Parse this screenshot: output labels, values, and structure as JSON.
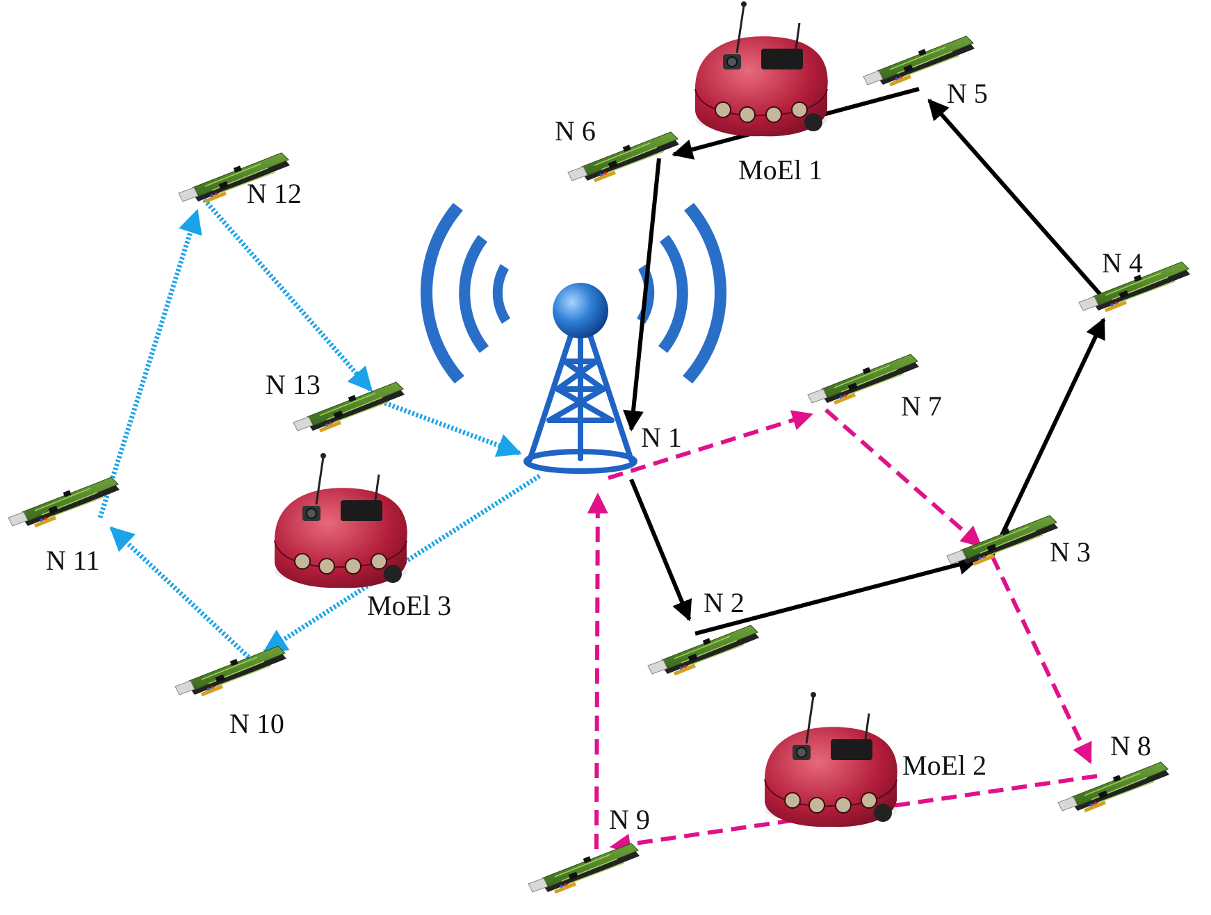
{
  "nodes": [
    {
      "id": "n1",
      "label": "N 1"
    },
    {
      "id": "n2",
      "label": "N 2"
    },
    {
      "id": "n3",
      "label": "N 3"
    },
    {
      "id": "n4",
      "label": "N 4"
    },
    {
      "id": "n5",
      "label": "N 5"
    },
    {
      "id": "n6",
      "label": "N 6"
    },
    {
      "id": "n7",
      "label": "N 7"
    },
    {
      "id": "n8",
      "label": "N 8"
    },
    {
      "id": "n9",
      "label": "N 9"
    },
    {
      "id": "n10",
      "label": "N 10"
    },
    {
      "id": "n11",
      "label": "N 11"
    },
    {
      "id": "n12",
      "label": "N 12"
    },
    {
      "id": "n13",
      "label": "N 13"
    }
  ],
  "robots": [
    {
      "id": "moel1",
      "label": "MoEl 1"
    },
    {
      "id": "moel2",
      "label": "MoEl 2"
    },
    {
      "id": "moel3",
      "label": "MoEl 3"
    }
  ],
  "routes": [
    {
      "robot": "moel1",
      "color": "#000000",
      "style": "solid",
      "path": [
        "n1",
        "n2",
        "n3",
        "n4",
        "n5",
        "n6",
        "n1"
      ]
    },
    {
      "robot": "moel2",
      "color": "#e0118a",
      "style": "dashed",
      "path": [
        "n1",
        "n7",
        "n3",
        "n8",
        "n9",
        "n1"
      ]
    },
    {
      "robot": "moel3",
      "color": "#1aa3e8",
      "style": "dotted",
      "path": [
        "n1",
        "n10",
        "n11",
        "n12",
        "n13",
        "n1"
      ]
    }
  ],
  "icons": {
    "base_station": "antenna-tower-icon",
    "sensor_node": "sensor-board-icon",
    "robot": "mobile-robot-icon"
  }
}
